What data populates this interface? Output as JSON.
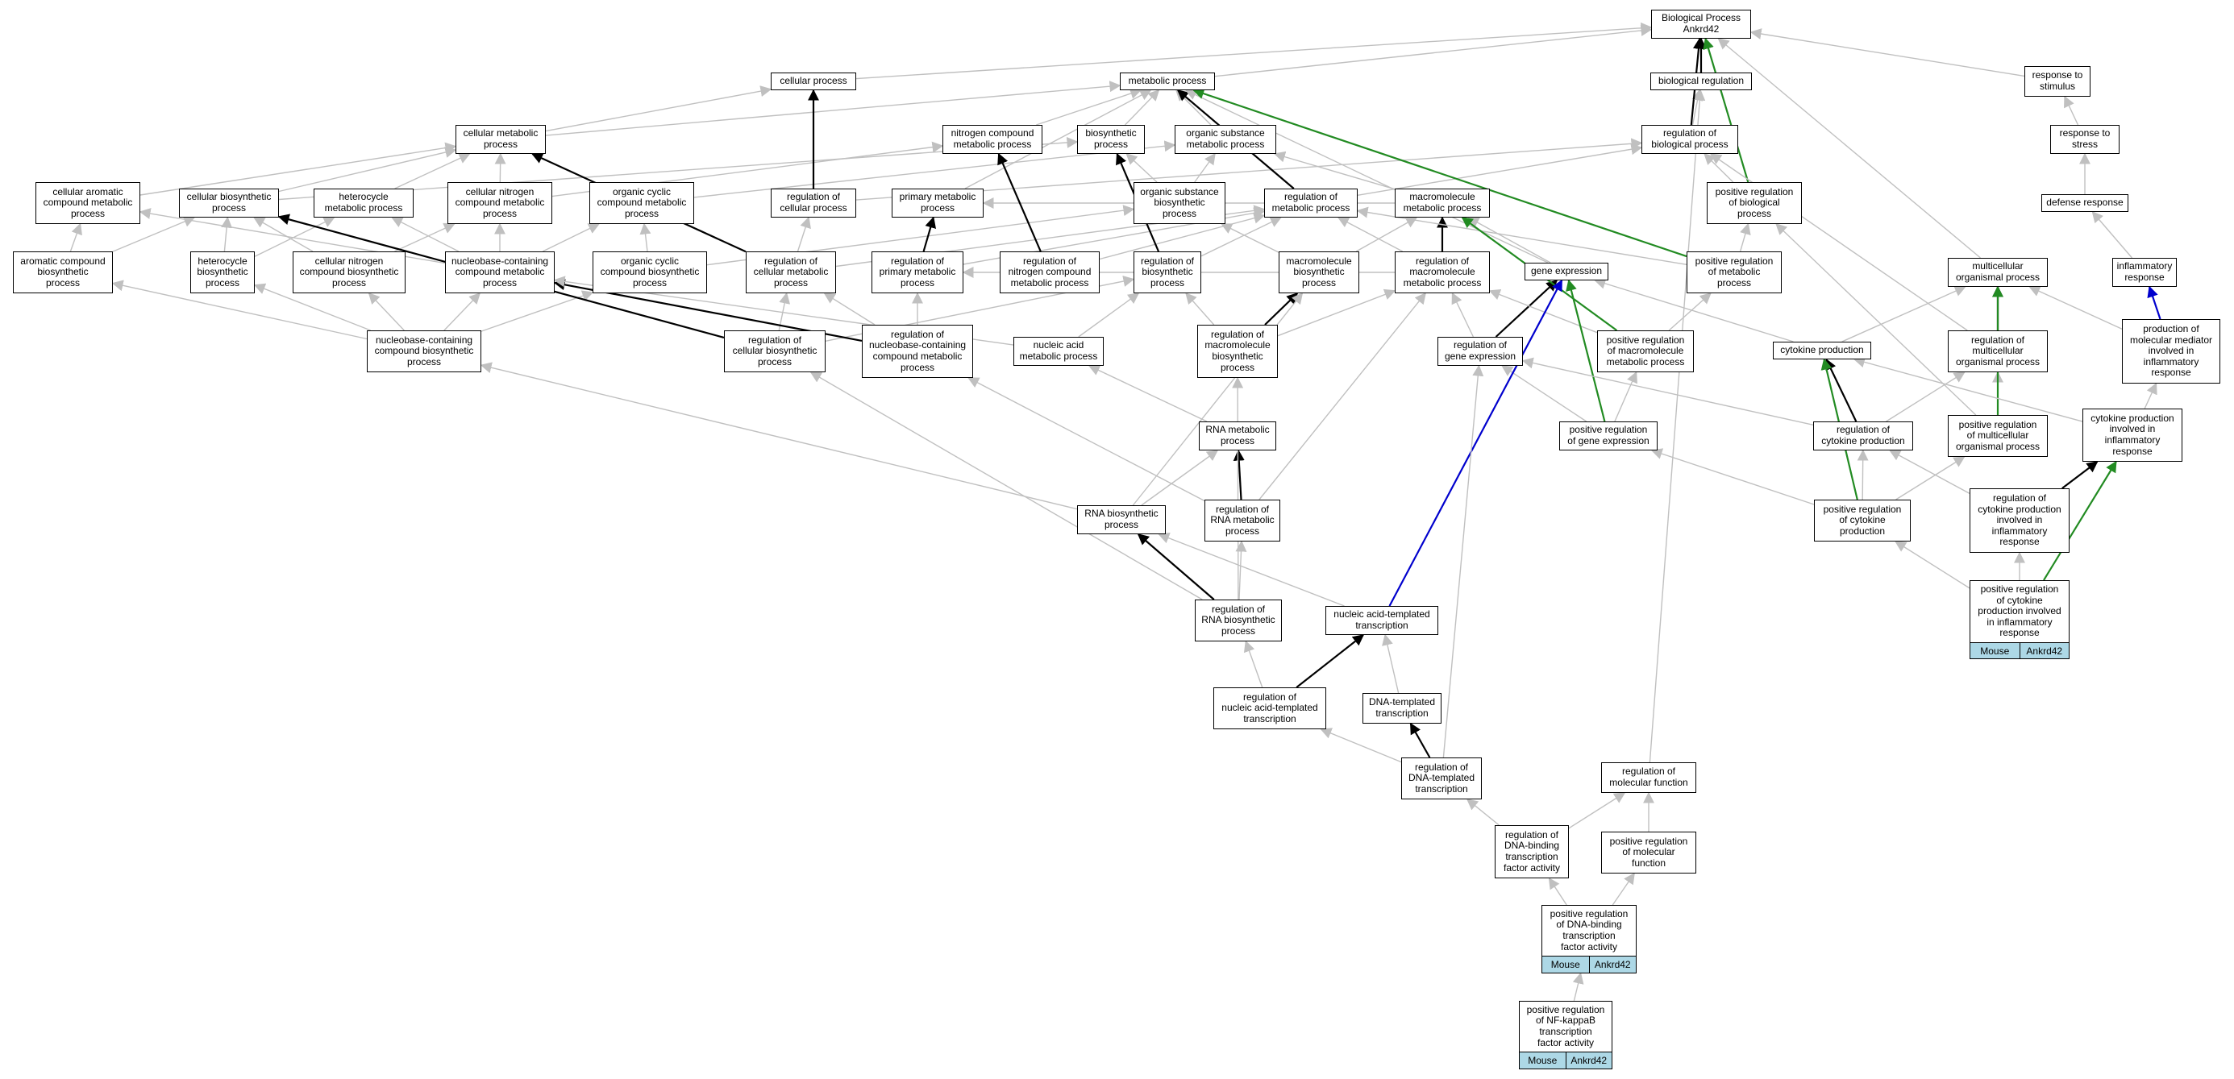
{
  "colors": {
    "gray": "#c0c0c0",
    "black": "#000000",
    "green": "#228b22",
    "blue": "#0000cd",
    "annotation_fill": "#add8e6"
  },
  "nodes": {
    "bp": [
      "Biological Process",
      "Ankrd42"
    ],
    "cp": [
      "cellular process"
    ],
    "mp": [
      "metabolic process"
    ],
    "br": [
      "biological regulation"
    ],
    "rts": [
      "response to",
      "stimulus"
    ],
    "cmp": [
      "cellular metabolic",
      "process"
    ],
    "ncmp": [
      "nitrogen compound",
      "metabolic process"
    ],
    "bsp": [
      "biosynthetic",
      "process"
    ],
    "osmp": [
      "organic substance",
      "metabolic process"
    ],
    "rbp": [
      "regulation of",
      "biological process"
    ],
    "rtstress": [
      "response to",
      "stress"
    ],
    "cacmp": [
      "cellular aromatic",
      "compound metabolic",
      "process"
    ],
    "cbp": [
      "cellular biosynthetic",
      "process"
    ],
    "hmp": [
      "heterocycle",
      "metabolic process"
    ],
    "cncmp": [
      "cellular nitrogen",
      "compound metabolic",
      "process"
    ],
    "occmp": [
      "organic cyclic",
      "compound metabolic",
      "process"
    ],
    "rcp": [
      "regulation of",
      "cellular process"
    ],
    "pmp": [
      "primary metabolic",
      "process"
    ],
    "osbp": [
      "organic substance",
      "biosynthetic",
      "process"
    ],
    "rmp": [
      "regulation of",
      "metabolic process"
    ],
    "mmp": [
      "macromolecule",
      "metabolic process"
    ],
    "prbp": [
      "positive regulation",
      "of biological",
      "process"
    ],
    "dr": [
      "defense response"
    ],
    "acbp": [
      "aromatic compound",
      "biosynthetic",
      "process"
    ],
    "hbp": [
      "heterocycle",
      "biosynthetic",
      "process"
    ],
    "cncbp": [
      "cellular nitrogen",
      "compound biosynthetic",
      "process"
    ],
    "nbcmp": [
      "nucleobase-containing",
      "compound metabolic",
      "process"
    ],
    "occbp": [
      "organic cyclic",
      "compound biosynthetic",
      "process"
    ],
    "rcmp": [
      "regulation of",
      "cellular metabolic",
      "process"
    ],
    "rpmp": [
      "regulation of",
      "primary metabolic",
      "process"
    ],
    "rncmp": [
      "regulation of",
      "nitrogen compound",
      "metabolic process"
    ],
    "rbsp": [
      "regulation of",
      "biosynthetic",
      "process"
    ],
    "mbp": [
      "macromolecule",
      "biosynthetic",
      "process"
    ],
    "rmmp": [
      "regulation of",
      "macromolecule",
      "metabolic process"
    ],
    "ge": [
      "gene expression"
    ],
    "prmp": [
      "positive regulation",
      "of metabolic",
      "process"
    ],
    "mop": [
      "multicellular",
      "organismal process"
    ],
    "ir": [
      "inflammatory",
      "response"
    ],
    "nbcbp": [
      "nucleobase-containing",
      "compound biosynthetic",
      "process"
    ],
    "rcbp": [
      "regulation of",
      "cellular biosynthetic",
      "process"
    ],
    "rnbcmp": [
      "regulation of",
      "nucleobase-containing",
      "compound metabolic",
      "process"
    ],
    "namp": [
      "nucleic acid",
      "metabolic process"
    ],
    "rmbp": [
      "regulation of",
      "macromolecule",
      "biosynthetic",
      "process"
    ],
    "rge": [
      "regulation of",
      "gene expression"
    ],
    "prmmp": [
      "positive regulation",
      "of macromolecule",
      "metabolic process"
    ],
    "cyp": [
      "cytokine production"
    ],
    "rmop": [
      "regulation of",
      "multicellular",
      "organismal process"
    ],
    "pmm": [
      "production of",
      "molecular mediator",
      "involved in",
      "inflammatory",
      "response"
    ],
    "rnamp": [
      "RNA metabolic",
      "process"
    ],
    "prge": [
      "positive regulation",
      "of gene expression"
    ],
    "rcyp": [
      "regulation of",
      "cytokine production"
    ],
    "prmop": [
      "positive regulation",
      "of multicellular",
      "organismal process"
    ],
    "cpir": [
      "cytokine production",
      "involved in",
      "inflammatory",
      "response"
    ],
    "rnabp": [
      "RNA biosynthetic",
      "process"
    ],
    "rrnamp": [
      "regulation of",
      "RNA metabolic",
      "process"
    ],
    "prcyp": [
      "positive regulation",
      "of cytokine",
      "production"
    ],
    "rcpir": [
      "regulation of",
      "cytokine production",
      "involved in",
      "inflammatory",
      "response"
    ],
    "rrnabp": [
      "regulation of",
      "RNA biosynthetic",
      "process"
    ],
    "natt": [
      "nucleic acid-templated",
      "transcription"
    ],
    "prcpir": [
      "positive regulation",
      "of cytokine",
      "production involved",
      "in inflammatory",
      "response"
    ],
    "rnatt": [
      "regulation of",
      "nucleic acid-templated",
      "transcription"
    ],
    "dtt": [
      "DNA-templated",
      "transcription"
    ],
    "rdtt": [
      "regulation of",
      "DNA-templated",
      "transcription"
    ],
    "rmf": [
      "regulation of",
      "molecular function"
    ],
    "rdbtfa": [
      "regulation of",
      "DNA-binding",
      "transcription",
      "factor activity"
    ],
    "prmf": [
      "positive regulation",
      "of molecular",
      "function"
    ],
    "prdbtfa": [
      "positive regulation",
      "of DNA-binding",
      "transcription",
      "factor activity"
    ],
    "prnfkb": [
      "positive regulation",
      "of NF-kappaB",
      "transcription",
      "factor activity"
    ]
  },
  "annotations": {
    "prcpir": [
      "Mouse",
      "Ankrd42"
    ],
    "prdbtfa": [
      "Mouse",
      "Ankrd42"
    ],
    "prnfkb": [
      "Mouse",
      "Ankrd42"
    ]
  },
  "edges": [
    [
      "cp",
      "bp",
      "gray"
    ],
    [
      "mp",
      "bp",
      "gray"
    ],
    [
      "br",
      "bp",
      "black"
    ],
    [
      "rts",
      "bp",
      "gray"
    ],
    [
      "cmp",
      "cp",
      "gray"
    ],
    [
      "cmp",
      "mp",
      "gray"
    ],
    [
      "ncmp",
      "mp",
      "gray"
    ],
    [
      "bsp",
      "mp",
      "gray"
    ],
    [
      "osmp",
      "mp",
      "gray"
    ],
    [
      "rbp",
      "br",
      "gray"
    ],
    [
      "rbp",
      "bp",
      "black"
    ],
    [
      "rtstress",
      "rts",
      "gray"
    ],
    [
      "cacmp",
      "cmp",
      "gray"
    ],
    [
      "cbp",
      "cmp",
      "gray"
    ],
    [
      "cbp",
      "bsp",
      "gray"
    ],
    [
      "hmp",
      "cmp",
      "gray"
    ],
    [
      "cncmp",
      "cmp",
      "gray"
    ],
    [
      "cncmp",
      "ncmp",
      "gray"
    ],
    [
      "occmp",
      "osmp",
      "gray"
    ],
    [
      "rcp",
      "cp",
      "black"
    ],
    [
      "rcp",
      "rbp",
      "gray"
    ],
    [
      "pmp",
      "mp",
      "gray"
    ],
    [
      "osbp",
      "bsp",
      "gray"
    ],
    [
      "osbp",
      "osmp",
      "gray"
    ],
    [
      "rmp",
      "mp",
      "black"
    ],
    [
      "rmp",
      "rbp",
      "gray"
    ],
    [
      "mmp",
      "osmp",
      "gray"
    ],
    [
      "mmp",
      "pmp",
      "gray"
    ],
    [
      "prbp",
      "rbp",
      "gray"
    ],
    [
      "prbp",
      "bp",
      "green"
    ],
    [
      "dr",
      "rtstress",
      "gray"
    ],
    [
      "acbp",
      "cacmp",
      "gray"
    ],
    [
      "acbp",
      "cbp",
      "gray"
    ],
    [
      "hbp",
      "hmp",
      "gray"
    ],
    [
      "hbp",
      "cbp",
      "gray"
    ],
    [
      "cncbp",
      "cbp",
      "gray"
    ],
    [
      "cncbp",
      "cncmp",
      "gray"
    ],
    [
      "nbcmp",
      "cacmp",
      "gray"
    ],
    [
      "nbcmp",
      "hmp",
      "gray"
    ],
    [
      "nbcmp",
      "cncmp",
      "gray"
    ],
    [
      "nbcmp",
      "occmp",
      "gray"
    ],
    [
      "occbp",
      "occmp",
      "gray"
    ],
    [
      "occbp",
      "osbp",
      "gray"
    ],
    [
      "rcmp",
      "cmp",
      "black"
    ],
    [
      "rcmp",
      "rcp",
      "gray"
    ],
    [
      "rcmp",
      "rmp",
      "gray"
    ],
    [
      "rpmp",
      "pmp",
      "black"
    ],
    [
      "rpmp",
      "rmp",
      "gray"
    ],
    [
      "rncmp",
      "ncmp",
      "black"
    ],
    [
      "rncmp",
      "rmp",
      "gray"
    ],
    [
      "rbsp",
      "bsp",
      "black"
    ],
    [
      "rbsp",
      "rmp",
      "gray"
    ],
    [
      "mbp",
      "mmp",
      "gray"
    ],
    [
      "mbp",
      "osbp",
      "gray"
    ],
    [
      "rmmp",
      "mmp",
      "black"
    ],
    [
      "rmmp",
      "rpmp",
      "gray"
    ],
    [
      "rmmp",
      "rmp",
      "gray"
    ],
    [
      "ge",
      "mmp",
      "gray"
    ],
    [
      "ge",
      "mp",
      "gray"
    ],
    [
      "prmp",
      "rmp",
      "gray"
    ],
    [
      "prmp",
      "prbp",
      "gray"
    ],
    [
      "prmp",
      "mp",
      "green"
    ],
    [
      "mop",
      "bp",
      "gray"
    ],
    [
      "ir",
      "dr",
      "gray"
    ],
    [
      "nbcbp",
      "nbcmp",
      "gray"
    ],
    [
      "nbcbp",
      "cncbp",
      "gray"
    ],
    [
      "nbcbp",
      "hbp",
      "gray"
    ],
    [
      "nbcbp",
      "acbp",
      "gray"
    ],
    [
      "nbcbp",
      "occbp",
      "gray"
    ],
    [
      "rcbp",
      "rcmp",
      "gray"
    ],
    [
      "rcbp",
      "rbsp",
      "gray"
    ],
    [
      "rcbp",
      "cbp",
      "black"
    ],
    [
      "rnbcmp",
      "nbcmp",
      "black"
    ],
    [
      "rnbcmp",
      "rcmp",
      "gray"
    ],
    [
      "rnbcmp",
      "rpmp",
      "gray"
    ],
    [
      "namp",
      "nbcmp",
      "gray"
    ],
    [
      "namp",
      "rbsp",
      "gray"
    ],
    [
      "rmbp",
      "mbp",
      "black"
    ],
    [
      "rmbp",
      "rmmp",
      "gray"
    ],
    [
      "rmbp",
      "rbsp",
      "gray"
    ],
    [
      "rge",
      "ge",
      "black"
    ],
    [
      "rge",
      "rmmp",
      "gray"
    ],
    [
      "prmmp",
      "rmmp",
      "gray"
    ],
    [
      "prmmp",
      "prmp",
      "gray"
    ],
    [
      "prmmp",
      "mmp",
      "green"
    ],
    [
      "cyp",
      "mop",
      "gray"
    ],
    [
      "cyp",
      "ge",
      "gray"
    ],
    [
      "rmop",
      "mop",
      "black"
    ],
    [
      "rmop",
      "rbp",
      "gray"
    ],
    [
      "pmm",
      "ir",
      "blue"
    ],
    [
      "pmm",
      "mop",
      "gray"
    ],
    [
      "rnamp",
      "namp",
      "gray"
    ],
    [
      "prge",
      "rge",
      "gray"
    ],
    [
      "prge",
      "prmmp",
      "gray"
    ],
    [
      "prge",
      "ge",
      "green"
    ],
    [
      "rcyp",
      "cyp",
      "black"
    ],
    [
      "rcyp",
      "rmop",
      "gray"
    ],
    [
      "rcyp",
      "rge",
      "gray"
    ],
    [
      "prmop",
      "rmop",
      "gray"
    ],
    [
      "prmop",
      "prbp",
      "gray"
    ],
    [
      "prmop",
      "mop",
      "green"
    ],
    [
      "cpir",
      "pmm",
      "gray"
    ],
    [
      "cpir",
      "cyp",
      "gray"
    ],
    [
      "rnabp",
      "rnamp",
      "gray"
    ],
    [
      "rnabp",
      "nbcbp",
      "gray"
    ],
    [
      "rnabp",
      "mbp",
      "gray"
    ],
    [
      "rrnamp",
      "rnamp",
      "black"
    ],
    [
      "rrnamp",
      "rnbcmp",
      "gray"
    ],
    [
      "rrnamp",
      "rmmp",
      "gray"
    ],
    [
      "prcyp",
      "rcyp",
      "gray"
    ],
    [
      "prcyp",
      "prge",
      "gray"
    ],
    [
      "prcyp",
      "prmop",
      "gray"
    ],
    [
      "prcyp",
      "cyp",
      "green"
    ],
    [
      "rcpir",
      "cpir",
      "black"
    ],
    [
      "rcpir",
      "rcyp",
      "gray"
    ],
    [
      "rrnabp",
      "rnabp",
      "black"
    ],
    [
      "rrnabp",
      "rrnamp",
      "gray"
    ],
    [
      "rrnabp",
      "rcbp",
      "gray"
    ],
    [
      "rrnabp",
      "rmbp",
      "gray"
    ],
    [
      "natt",
      "rnabp",
      "gray"
    ],
    [
      "natt",
      "ge",
      "blue"
    ],
    [
      "prcpir",
      "rcpir",
      "gray"
    ],
    [
      "prcpir",
      "prcyp",
      "gray"
    ],
    [
      "prcpir",
      "cpir",
      "green"
    ],
    [
      "rnatt",
      "natt",
      "black"
    ],
    [
      "rnatt",
      "rrnabp",
      "gray"
    ],
    [
      "dtt",
      "natt",
      "gray"
    ],
    [
      "rdtt",
      "dtt",
      "black"
    ],
    [
      "rdtt",
      "rnatt",
      "gray"
    ],
    [
      "rdtt",
      "rge",
      "gray"
    ],
    [
      "rmf",
      "br",
      "gray"
    ],
    [
      "rdbtfa",
      "rdtt",
      "gray"
    ],
    [
      "rdbtfa",
      "rmf",
      "gray"
    ],
    [
      "prmf",
      "rmf",
      "gray"
    ],
    [
      "prdbtfa",
      "rdbtfa",
      "gray"
    ],
    [
      "prdbtfa",
      "prmf",
      "gray"
    ],
    [
      "prnfkb",
      "prdbtfa",
      "gray"
    ]
  ]
}
